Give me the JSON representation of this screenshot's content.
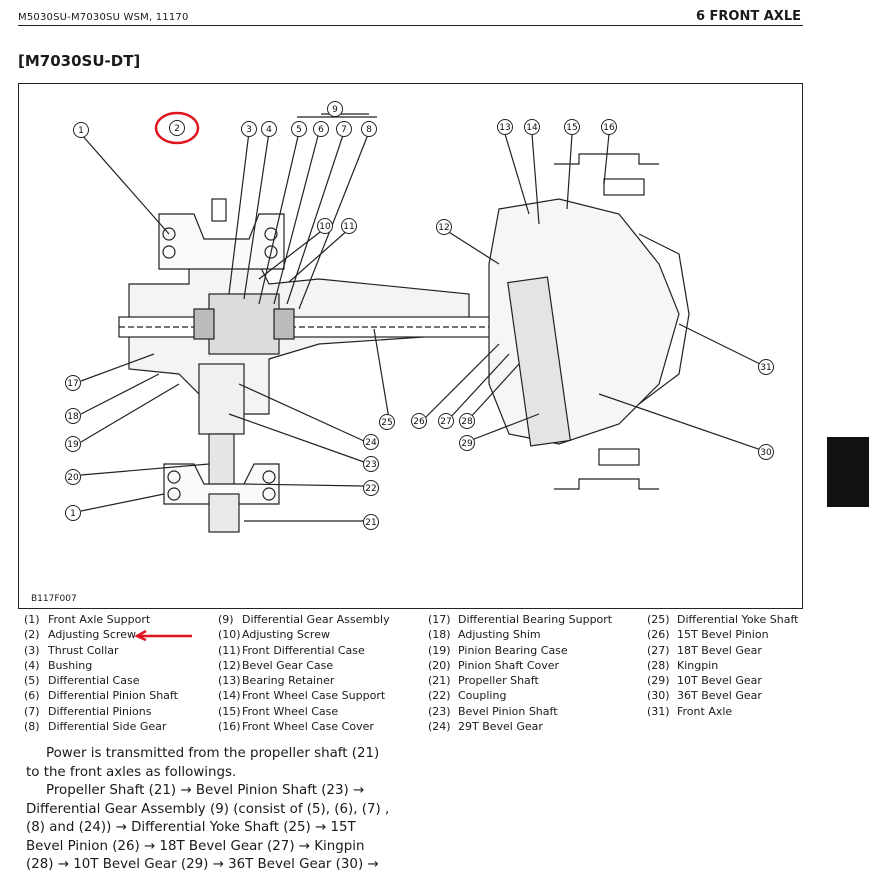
{
  "header": {
    "left": "M5030SU-M7030SU   WSM, 11170",
    "right": "6 FRONT AXLE"
  },
  "model_title": "[M7030SU-DT]",
  "figure": {
    "code": "B117F007",
    "callouts": [
      "1",
      "2",
      "3",
      "4",
      "5",
      "6",
      "7",
      "8",
      "9",
      "10",
      "11",
      "12",
      "13",
      "14",
      "15",
      "16",
      "17",
      "18",
      "19",
      "20",
      "1",
      "22",
      "23",
      "24",
      "25",
      "26",
      "27",
      "28",
      "29",
      "30",
      "31",
      "21"
    ],
    "highlight_color": "#e0141e"
  },
  "legend": {
    "col1": [
      {
        "num": "(1)",
        "text": "Front Axle Support"
      },
      {
        "num": "(2)",
        "text": "Adjusting Screw"
      },
      {
        "num": "(3)",
        "text": "Thrust Collar"
      },
      {
        "num": "(4)",
        "text": "Bushing"
      },
      {
        "num": "(5)",
        "text": "Differential Case"
      },
      {
        "num": "(6)",
        "text": "Differential Pinion Shaft"
      },
      {
        "num": "(7)",
        "text": "Differential Pinions"
      },
      {
        "num": "(8)",
        "text": "Differential Side Gear"
      }
    ],
    "col2": [
      {
        "num": "(9)",
        "text": "Differential Gear Assembly"
      },
      {
        "num": "(10)",
        "text": "Adjusting Screw"
      },
      {
        "num": "(11)",
        "text": "Front Differential Case"
      },
      {
        "num": "(12)",
        "text": "Bevel Gear Case"
      },
      {
        "num": "(13)",
        "text": "Bearing Retainer"
      },
      {
        "num": "(14)",
        "text": "Front Wheel Case Support"
      },
      {
        "num": "(15)",
        "text": "Front Wheel Case"
      },
      {
        "num": "(16)",
        "text": "Front Wheel Case Cover"
      }
    ],
    "col3": [
      {
        "num": "(17)",
        "text": "Differential Bearing Support"
      },
      {
        "num": "(18)",
        "text": "Adjusting Shim"
      },
      {
        "num": "(19)",
        "text": "Pinion Bearing Case"
      },
      {
        "num": "(20)",
        "text": "Pinion Shaft Cover"
      },
      {
        "num": "(21)",
        "text": "Propeller Shaft"
      },
      {
        "num": "(22)",
        "text": "Coupling"
      },
      {
        "num": "(23)",
        "text": "Bevel Pinion Shaft"
      },
      {
        "num": "(24)",
        "text": "29T Bevel Gear"
      }
    ],
    "col4": [
      {
        "num": "(25)",
        "text": "Differential Yoke Shaft"
      },
      {
        "num": "(26)",
        "text": "15T Bevel Pinion"
      },
      {
        "num": "(27)",
        "text": "18T Bevel Gear"
      },
      {
        "num": "(28)",
        "text": "Kingpin"
      },
      {
        "num": "(29)",
        "text": "10T Bevel Gear"
      },
      {
        "num": "(30)",
        "text": "36T Bevel Gear"
      },
      {
        "num": "(31)",
        "text": "Front Axle"
      }
    ]
  },
  "paragraph": {
    "line1": "Power is transmitted from the propeller shaft (21)",
    "line2": "to the front axles as followings.",
    "line3": "Propeller Shaft (21) → Bevel Pinion Shaft (23) →",
    "line4": "Differential Gear Assembly (9) (consist of (5), (6), (7) ,",
    "line5": "(8) and (24)) → Differential Yoke Shaft (25) → 15T",
    "line6": "Bevel Pinion (26) → 18T Bevel Gear (27) → Kingpin",
    "line7": "(28) → 10T Bevel Gear (29) → 36T Bevel Gear (30) →"
  }
}
